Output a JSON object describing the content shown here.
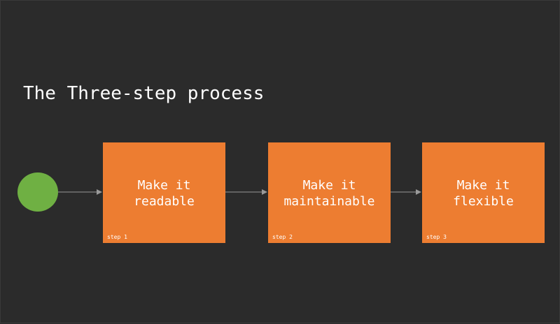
{
  "title": "The Three-step process",
  "colors": {
    "background": "#2b2b2b",
    "start_node": "#6fb043",
    "step_box": "#ed7d31",
    "arrow": "#9a9a9a",
    "text": "#ffffff"
  },
  "steps": [
    {
      "line1": "Make it",
      "line2": "readable",
      "tag": "step 1"
    },
    {
      "line1": "Make it",
      "line2": "maintainable",
      "tag": "step 2"
    },
    {
      "line1": "Make it",
      "line2": "flexible",
      "tag": "step 3"
    }
  ]
}
